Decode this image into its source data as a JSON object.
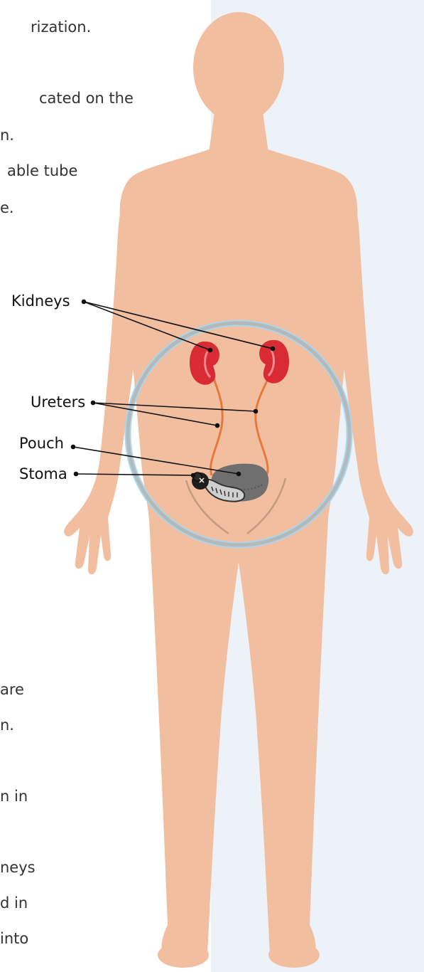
{
  "left_text_fragments": [
    "rization.",
    "cated on the",
    "n.",
    "able tube",
    "e.",
    "are",
    "n.",
    "n in",
    "neys",
    "d in",
    "into"
  ],
  "diagram": {
    "labels": {
      "kidneys": "Kidneys",
      "ureters": "Ureters",
      "pouch": "Pouch",
      "stoma": "Stoma"
    }
  },
  "colors": {
    "panel_background": "#edf1f8",
    "skin": "#f2bea0",
    "kidney": "#d92b33",
    "ureter": "#e8793a",
    "pouch": "#6f6f6f",
    "highlight_ring": "#a8d6ee",
    "leader_line": "#111111"
  }
}
